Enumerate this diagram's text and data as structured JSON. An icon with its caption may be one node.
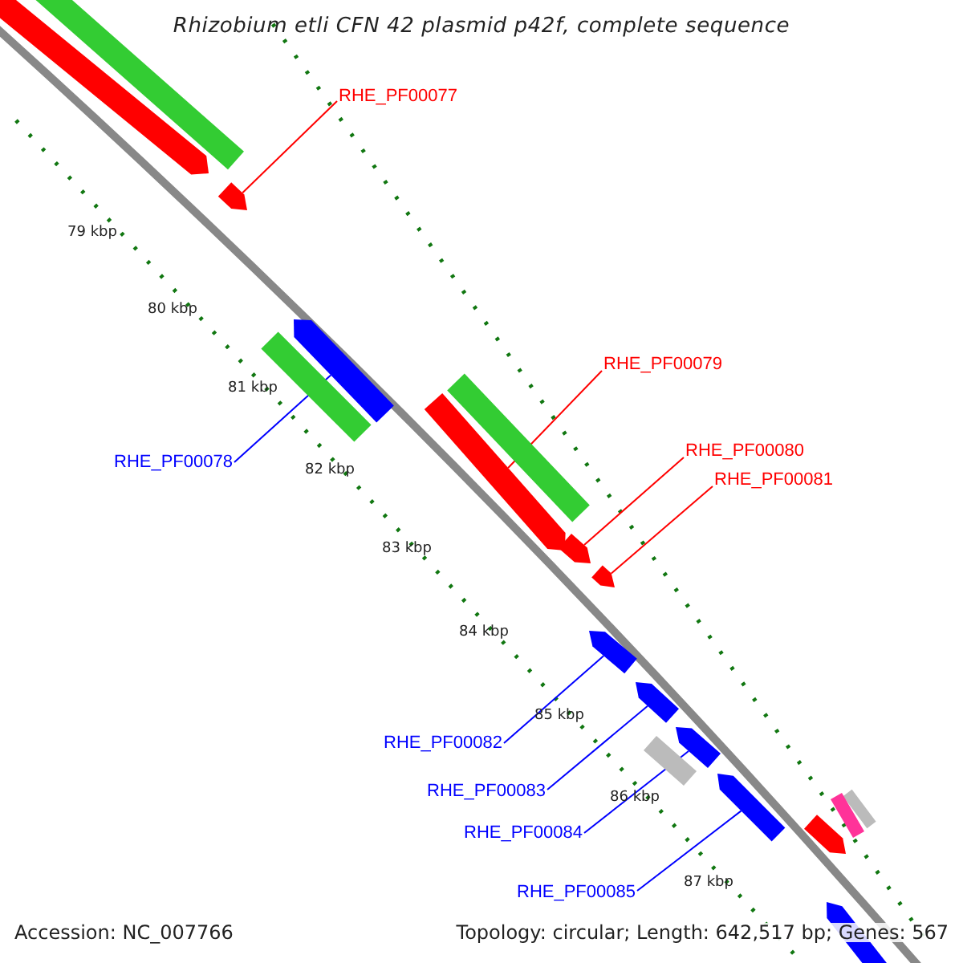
{
  "diagram": {
    "title": "Rhizobium etli CFN 42 plasmid p42f, complete sequence",
    "nodes": [
      {
        "text": [
          "RHE_PF00077"
        ]
      },
      {
        "text": [
          "RHE_PF00079"
        ]
      },
      {
        "text": [
          "RHE_PF00078"
        ]
      },
      {
        "text": [
          "RHE_PF00080"
        ]
      },
      {
        "text": [
          "RHE_PF00081"
        ]
      },
      {
        "text": [
          "RHE_PF00082"
        ]
      },
      {
        "text": [
          "RHE_PF00083"
        ]
      },
      {
        "text": [
          "RHE_PF00084"
        ]
      },
      {
        "text": [
          "RHE_PF00085"
        ]
      },
      {
        "text": [],
        "shape": "bar"
      },
      {
        "text": [],
        "shape": "bar"
      },
      {
        "text": [],
        "shape": "bar"
      },
      {
        "text": [],
        "shape": "bar"
      },
      {
        "text": [],
        "shape": "bar"
      },
      {
        "text": [],
        "shape": "bar"
      },
      {
        "text": [],
        "shape": "bar"
      },
      {
        "text": [],
        "shape": "bar"
      },
      {
        "text": [],
        "shape": "bar"
      },
      {
        "text": [],
        "shape": "bar"
      },
      {
        "text": [],
        "shape": "bar"
      },
      {
        "text": [],
        "shape": "bar"
      },
      {
        "text": [],
        "shape": "bar"
      },
      {
        "text": [],
        "shape": "bar"
      },
      {
        "text": [],
        "shape": "bar"
      },
      {
        "text": [],
        "shape": "bar"
      },
      {
        "text": [],
        "shape": "bar"
      },
      {
        "text": [],
        "shape": "bar"
      }
    ],
    "edges": [
      {
        "from": 0,
        "to": 11,
        "arrow": "none",
        "color": "#ff0000"
      },
      {
        "from": 1,
        "to": 15,
        "arrow": "none",
        "color": "#ff0000"
      },
      {
        "from": 2,
        "to": 12,
        "arrow": "none"
      },
      {
        "from": 3,
        "to": 16,
        "arrow": "none",
        "color": "#ff0000"
      },
      {
        "from": 4,
        "to": 17,
        "arrow": "none",
        "color": "#ff0000"
      },
      {
        "from": 5,
        "to": 18,
        "arrow": "none"
      },
      {
        "from": 6,
        "to": 19,
        "arrow": "none"
      },
      {
        "from": 7,
        "to": 20,
        "arrow": "none"
      },
      {
        "from": 8,
        "to": 22,
        "arrow": "none"
      }
    ],
    "labels": [
      "79 kbp",
      "80 kbp",
      "81 kbp",
      "82 kbp",
      "83 kbp",
      "84 kbp",
      "85 kbp",
      "86 kbp",
      "87 kbp",
      "Accession: NC_007766",
      "Topology: circular; Length: 642,517 bp; Genes: 567"
    ]
  }
}
